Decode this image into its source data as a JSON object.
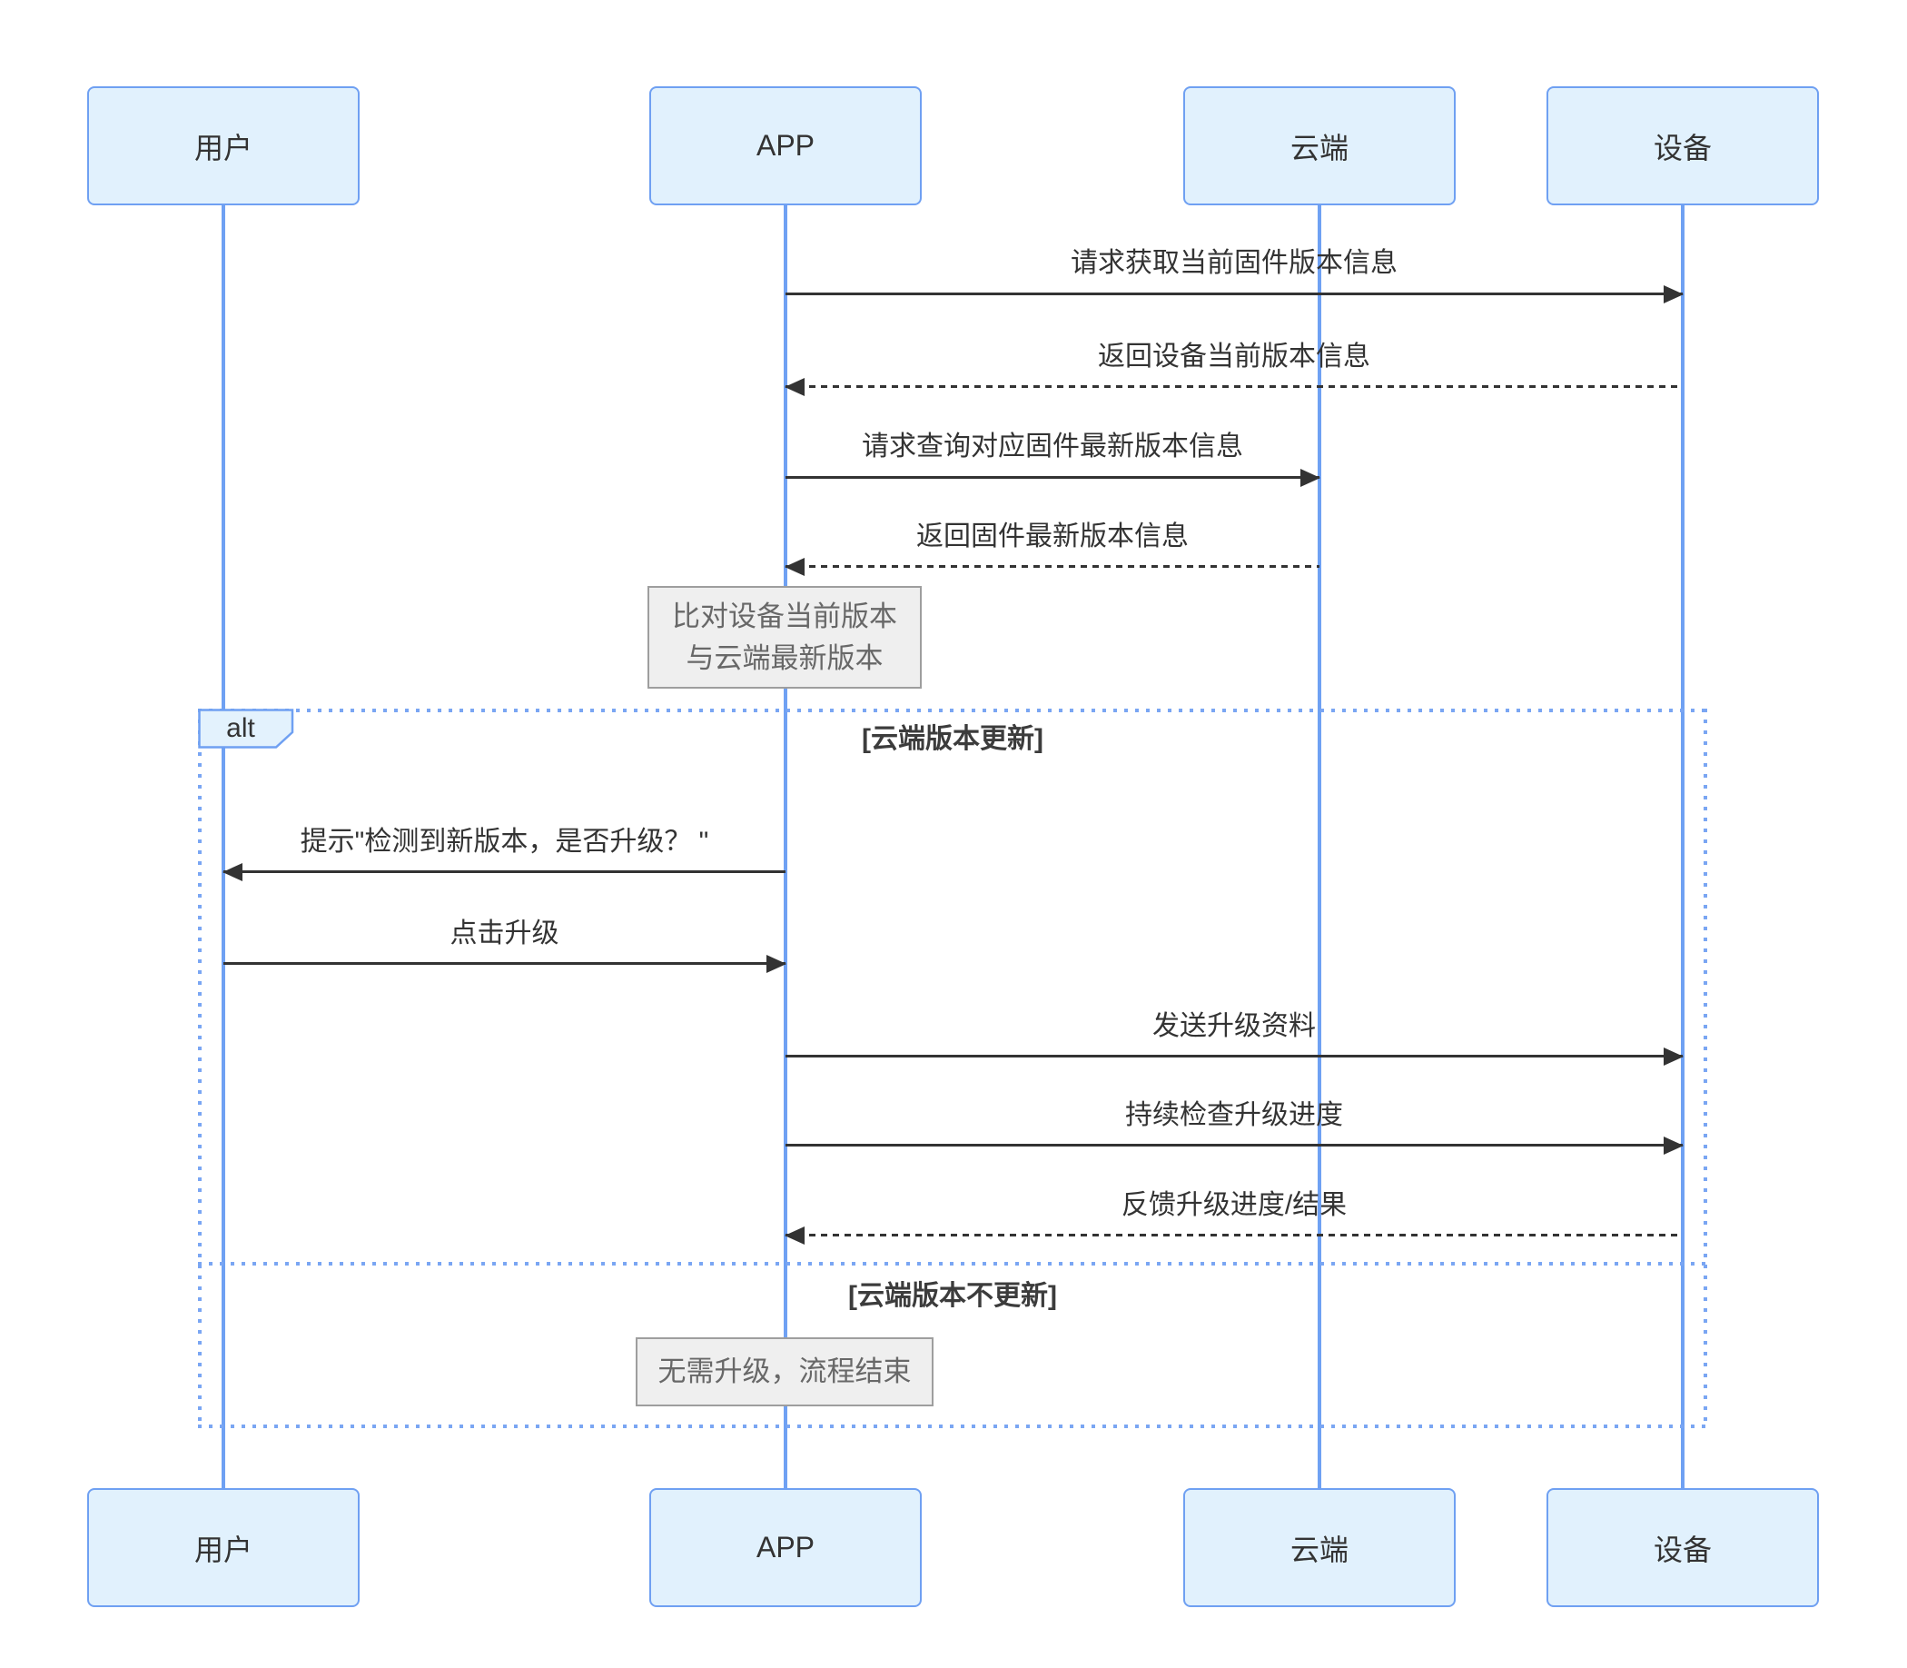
{
  "diagram": {
    "type": "sequence-diagram",
    "actors": [
      {
        "name": "用户"
      },
      {
        "name": "APP"
      },
      {
        "name": "云端"
      },
      {
        "name": "设备"
      }
    ],
    "messages": [
      {
        "label": "请求获取当前固件版本信息",
        "from": "APP",
        "to": "设备",
        "line": "solid"
      },
      {
        "label": "返回设备当前版本信息",
        "from": "设备",
        "to": "APP",
        "line": "dashed"
      },
      {
        "label": "请求查询对应固件最新版本信息",
        "from": "APP",
        "to": "云端",
        "line": "solid"
      },
      {
        "label": "返回固件最新版本信息",
        "from": "云端",
        "to": "APP",
        "line": "dashed"
      },
      {
        "label": "提示\"检测到新版本，是否升级？ \"",
        "from": "APP",
        "to": "用户",
        "line": "solid"
      },
      {
        "label": "点击升级",
        "from": "用户",
        "to": "APP",
        "line": "solid"
      },
      {
        "label": "发送升级资料",
        "from": "APP",
        "to": "设备",
        "line": "solid"
      },
      {
        "label": "持续检查升级进度",
        "from": "APP",
        "to": "设备",
        "line": "solid"
      },
      {
        "label": "反馈升级进度/结果",
        "from": "设备",
        "to": "APP",
        "line": "dashed"
      }
    ],
    "notes": [
      {
        "lines": [
          "比对设备当前版本",
          "与云端最新版本"
        ],
        "over": "APP"
      },
      {
        "lines": [
          "无需升级，流程结束"
        ],
        "over": "APP"
      }
    ],
    "alt": {
      "keyword": "alt",
      "branches": [
        "[云端版本更新]",
        "[云端版本不更新]"
      ]
    },
    "colors": {
      "actor_fill": "#e1f1fd",
      "actor_border": "#6fa0f2",
      "lifeline": "#6fa1f3",
      "frame_border": "#7aa6f3",
      "arrow": "#333333",
      "note_fill": "#efefef",
      "note_border": "#9e9e9e",
      "note_text": "#686868",
      "text": "#333333",
      "background": "#ffffff"
    }
  }
}
